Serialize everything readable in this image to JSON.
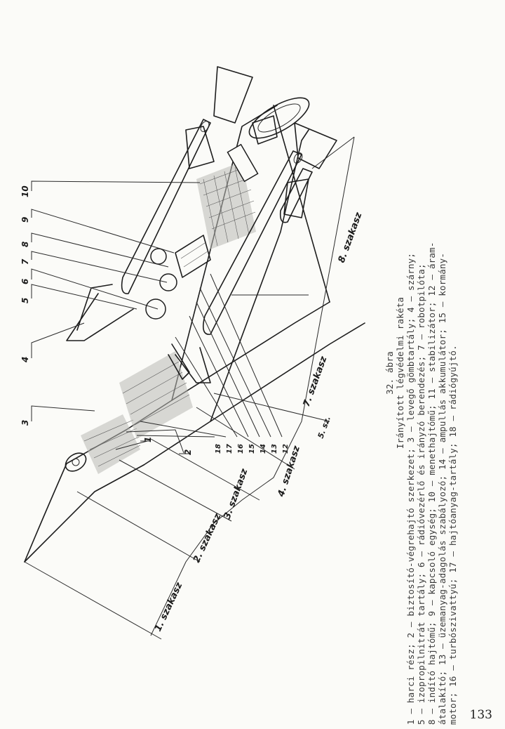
{
  "figure": {
    "number": "32. ábra",
    "title": "Irányított légvédelmi rakéta",
    "legend_lines": [
      "1 – harci rész; 2 – biztosító-végrehajtó szerkezet; 3 – levegő gömbtartály; 4 – szárny;",
      "5 – izopropilnitrát tartály; 6 – rádióvezérlő és irányzó berendezés; 7 – robotpilóta;",
      "8 – indító hajtómű; 9 – kapcsoló egység; 10 – menethajtómű; 11 – stabilizátor; 12 – áram-",
      "átalakító; 13 – üzemanyag-adagolás szabályozó; 14 – ampullás akkumulátor; 15 – kormány-",
      "motor; 16 – turbószivattyú; 17 – hajtóanyag-tartály; 18 – rádiógyújtó."
    ]
  },
  "callouts_top": [
    "3",
    "4",
    "5",
    "6",
    "7",
    "8",
    "9",
    "10"
  ],
  "callouts_side": [
    "1",
    "2"
  ],
  "callouts_bottom": [
    "18",
    "17",
    "16",
    "15",
    "14",
    "13",
    "12"
  ],
  "sections": [
    "1. szakasz",
    "2. szakasz",
    "3. szakasz",
    "4. szakasz",
    "5. sz.",
    "7. szakasz",
    "8. szakasz"
  ],
  "page_number": "133"
}
